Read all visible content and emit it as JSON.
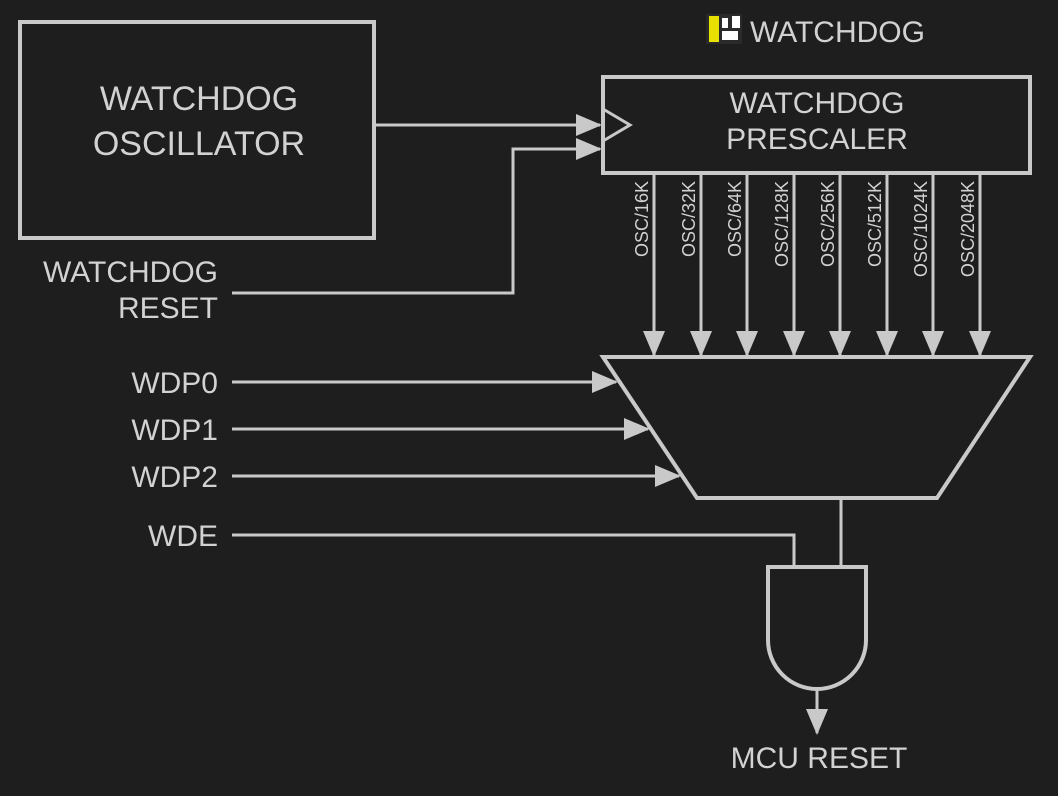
{
  "header": {
    "title": "WATCHDOG",
    "logo_icon": "microcontroller-logo-icon"
  },
  "oscillator": {
    "line1": "WATCHDOG",
    "line2": "OSCILLATOR"
  },
  "prescaler": {
    "line1": "WATCHDOG",
    "line2": "PRESCALER"
  },
  "reset_input": {
    "line1": "WATCHDOG",
    "line2": "RESET"
  },
  "taps": [
    "OSC/16K",
    "OSC/32K",
    "OSC/64K",
    "OSC/128K",
    "OSC/256K",
    "OSC/512K",
    "OSC/1024K",
    "OSC/2048K"
  ],
  "select_inputs": [
    "WDP0",
    "WDP1",
    "WDP2"
  ],
  "enable_input": "WDE",
  "output": "MCU RESET",
  "colors": {
    "background": "#1e1e1e",
    "line": "#c9c9c9",
    "text": "#d2d2d2",
    "logo_accent": "#e8e000"
  }
}
